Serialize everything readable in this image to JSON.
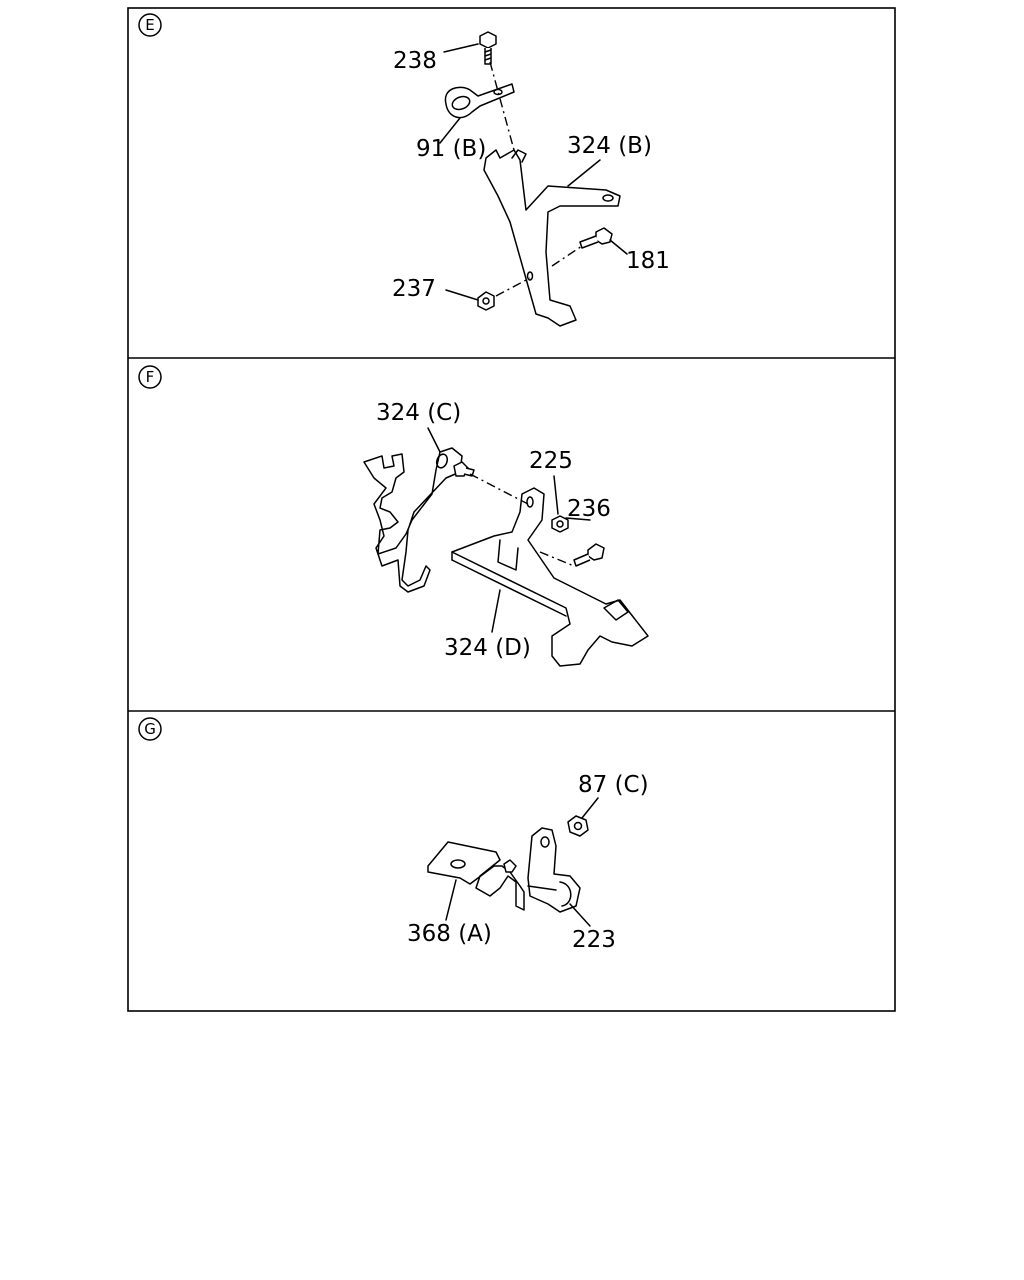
{
  "panels": [
    {
      "letter": "E",
      "callouts": [
        "238",
        "91 (B)",
        "324 (B)",
        "181",
        "237"
      ]
    },
    {
      "letter": "F",
      "callouts": [
        "324 (C)",
        "225",
        "236",
        "324 (D)"
      ]
    },
    {
      "letter": "G",
      "callouts": [
        "87 (C)",
        "368 (A)",
        "223"
      ]
    }
  ]
}
